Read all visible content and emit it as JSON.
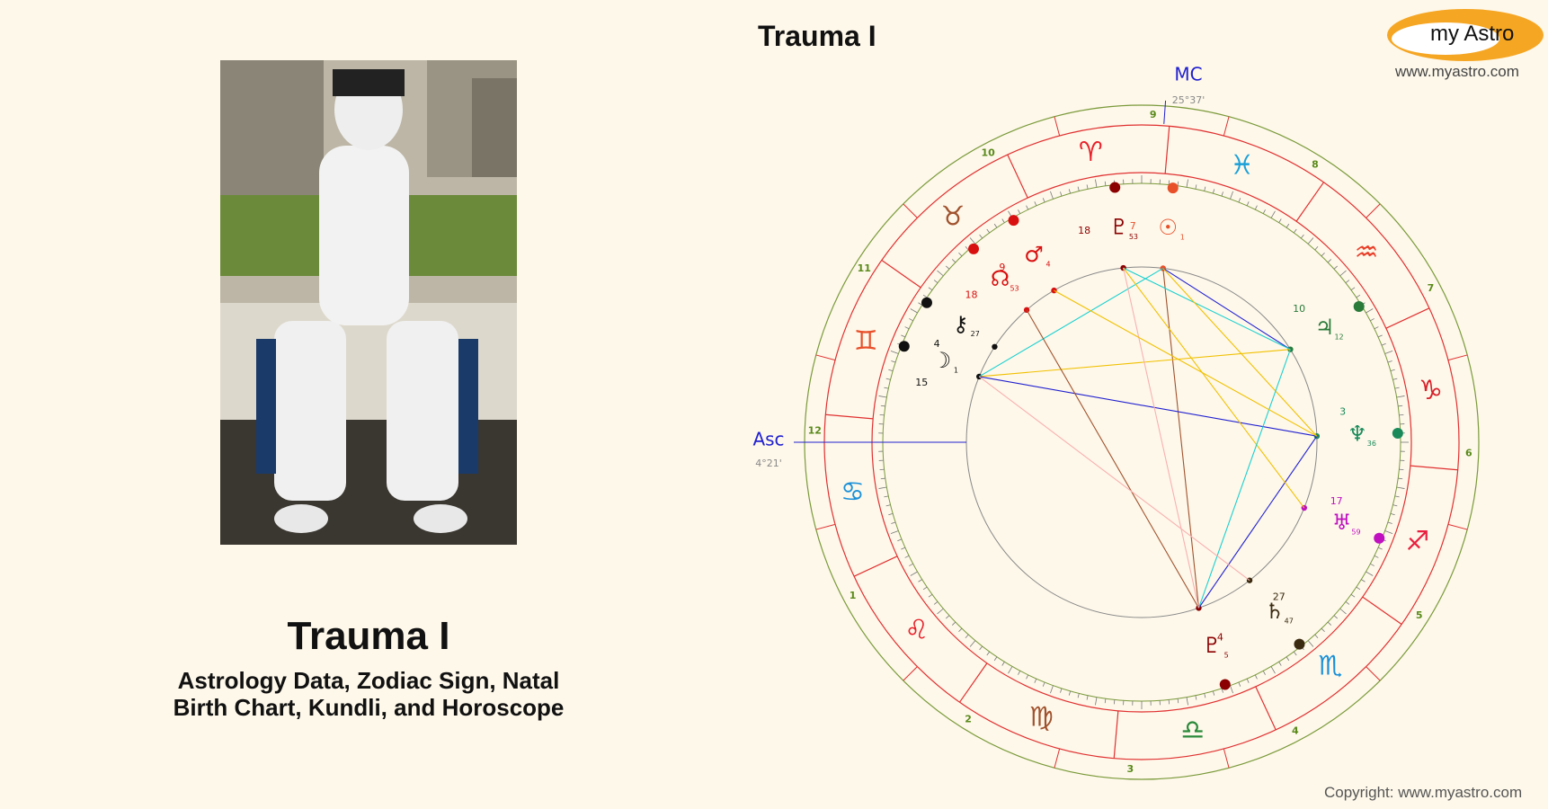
{
  "person": {
    "name": "Trauma I",
    "subtitle_line1": "Astrology Data, Zodiac Sign, Natal",
    "subtitle_line2": "Birth Chart, Kundli, and Horoscope"
  },
  "chart": {
    "title": "Trauma I",
    "angles": {
      "mc_label": "MC",
      "mc_degree": "25°37'",
      "asc_label": "Asc",
      "asc_degree": "4°21'"
    },
    "signs": [
      {
        "name": "aries",
        "glyph": "♈",
        "color": "#e8202a"
      },
      {
        "name": "pisces",
        "glyph": "♓",
        "color": "#1aa0d8"
      },
      {
        "name": "aquarius",
        "glyph": "♒",
        "color": "#e8402a"
      },
      {
        "name": "capricorn",
        "glyph": "♑",
        "color": "#d8202a"
      },
      {
        "name": "sagittarius",
        "glyph": "♐",
        "color": "#e82040"
      },
      {
        "name": "scorpio",
        "glyph": "♏",
        "color": "#1a90d8"
      },
      {
        "name": "libra",
        "glyph": "♎",
        "color": "#2a8a3a"
      },
      {
        "name": "virgo",
        "glyph": "♍",
        "color": "#a0522d"
      },
      {
        "name": "leo",
        "glyph": "♌",
        "color": "#e8202a"
      },
      {
        "name": "cancer",
        "glyph": "♋",
        "color": "#1a90d8"
      },
      {
        "name": "gemini",
        "glyph": "♊",
        "color": "#e8502a"
      },
      {
        "name": "taurus",
        "glyph": "♉",
        "color": "#a0522d"
      }
    ],
    "house_numbers": [
      "10",
      "9",
      "8",
      "7",
      "6",
      "5",
      "4",
      "3",
      "2",
      "1",
      "12",
      "11"
    ],
    "planets": [
      {
        "name": "pluto",
        "glyph": "♇",
        "color": "#8b0000",
        "degree": "18",
        "minute": "53"
      },
      {
        "name": "sun",
        "glyph": "☉",
        "color": "#e8502a",
        "degree": "7",
        "minute": "1"
      },
      {
        "name": "mars",
        "glyph": "♂",
        "color": "#d81010",
        "degree": "9",
        "minute": "4"
      },
      {
        "name": "north-node",
        "glyph": "☊",
        "color": "#d81010",
        "degree": "18",
        "minute": "53"
      },
      {
        "name": "chiron",
        "glyph": "⚷",
        "color": "#111111",
        "degree": "4",
        "minute": "27"
      },
      {
        "name": "moon",
        "glyph": "☽",
        "color": "#111111",
        "degree": "15",
        "minute": "1"
      },
      {
        "name": "jupiter",
        "glyph": "♃",
        "color": "#2a7a3a",
        "degree": "10",
        "minute": "12"
      },
      {
        "name": "neptune",
        "glyph": "♆",
        "color": "#1a8a5a",
        "degree": "3",
        "minute": "36"
      },
      {
        "name": "uranus",
        "glyph": "♅",
        "color": "#c010c0",
        "degree": "17",
        "minute": "59"
      },
      {
        "name": "saturn",
        "glyph": "♄",
        "color": "#3a2a10",
        "degree": "27",
        "minute": "47"
      },
      {
        "name": "pluto-2",
        "glyph": "♇",
        "color": "#8b0000",
        "degree": "4",
        "minute": "5"
      }
    ]
  },
  "branding": {
    "logo_text": "my Astro",
    "logo_url": "www.myastro.com",
    "copyright": "Copyright: www.myastro.com"
  }
}
